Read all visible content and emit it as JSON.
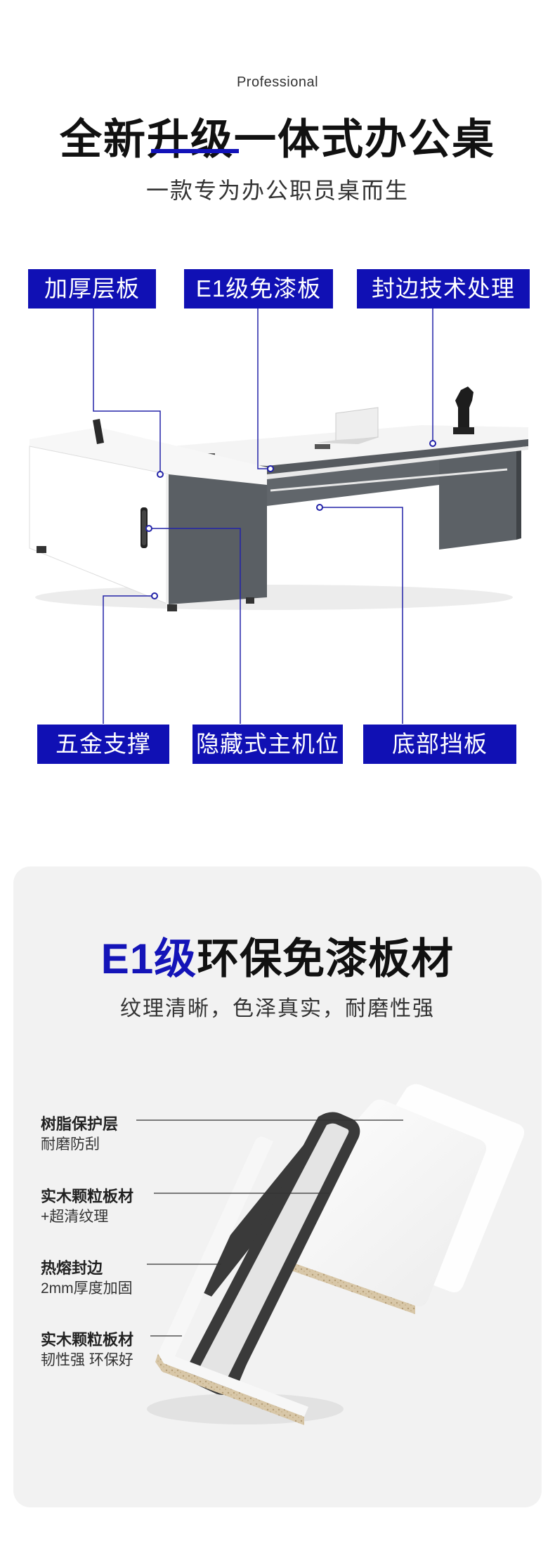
{
  "hero": {
    "eyebrow": "Professional",
    "title": "全新升级一体式办公桌",
    "subtitle": "一款专为办公职员桌而生"
  },
  "feature_tags": [
    "加厚层板",
    "E1级免漆板",
    "封边技术处理",
    "五金支撑",
    "隐藏式主机位",
    "底部挡板"
  ],
  "material": {
    "title_accent": "E1级",
    "title_rest": "环保免漆板材",
    "subtitle": "纹理清晰，色泽真实，耐磨性强",
    "layers": [
      {
        "name": "树脂保护层",
        "desc": "耐磨防刮"
      },
      {
        "name": "实木颗粒板材",
        "desc": "+超清纹理"
      },
      {
        "name": "热熔封边",
        "desc": "2mm厚度加固"
      },
      {
        "name": "实木颗粒板材",
        "desc": "韧性强 环保好"
      }
    ]
  },
  "colors": {
    "accent": "#1010b4",
    "panel_bg": "#f2f2f2",
    "desk_gray": "#5d6166"
  }
}
